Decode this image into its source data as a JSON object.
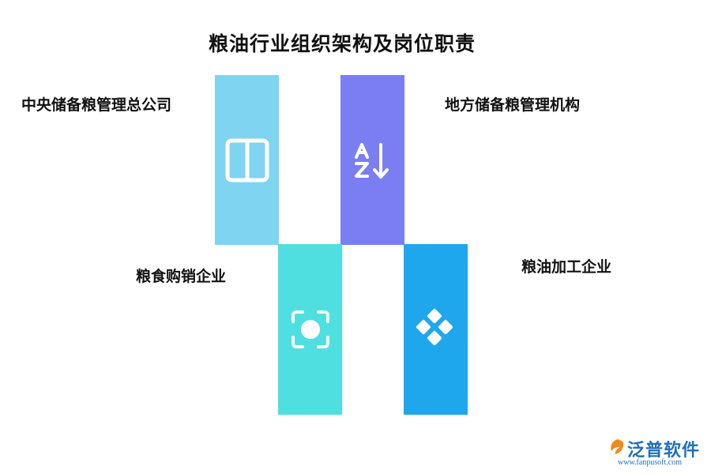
{
  "title": "粮油行业组织架构及岗位职责",
  "nodes": [
    {
      "label": "中央储备粮管理总公司",
      "icon": "columns-icon",
      "color": "#7fd4f2"
    },
    {
      "label": "地方储备粮管理机构",
      "icon": "sort-az-icon",
      "color": "#7b7ef2"
    },
    {
      "label": "粮食购销企业",
      "icon": "scan-focus-icon",
      "color": "#4fdfe0"
    },
    {
      "label": "粮油加工企业",
      "icon": "diamond-grid-icon",
      "color": "#1ea7ec"
    }
  ],
  "watermark": {
    "name": "泛普软件",
    "url": "www.fanpusoft.com",
    "color": "#1f6fb8"
  }
}
